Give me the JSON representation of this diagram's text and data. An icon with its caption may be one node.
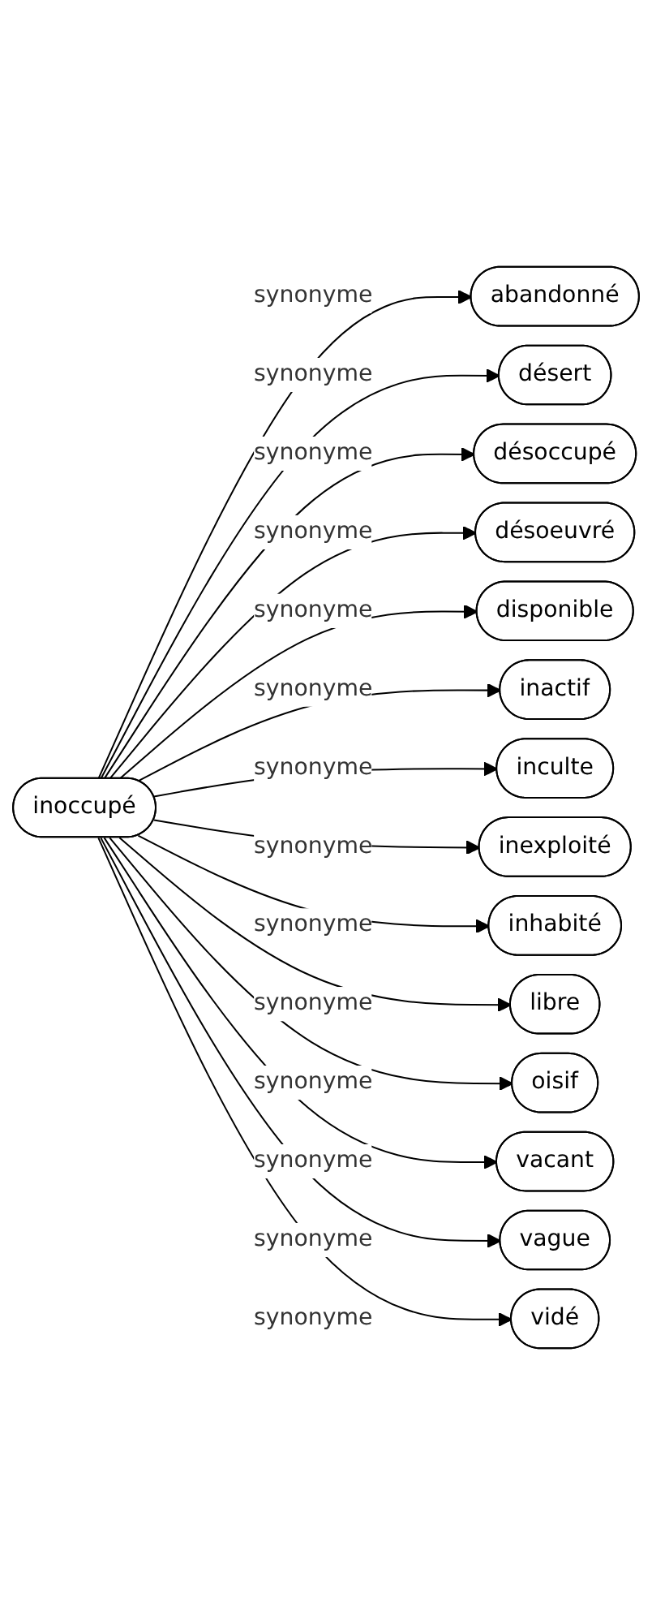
{
  "diagram": {
    "nodes": [
      {
        "text": [
          "inoccupé"
        ]
      },
      {
        "text": [
          "abandonné"
        ]
      },
      {
        "text": [
          "désert"
        ]
      },
      {
        "text": [
          "désoccupé"
        ]
      },
      {
        "text": [
          "désoeuvré"
        ]
      },
      {
        "text": [
          "disponible"
        ]
      },
      {
        "text": [
          "inactif"
        ]
      },
      {
        "text": [
          "inculte"
        ]
      },
      {
        "text": [
          "inexploité"
        ]
      },
      {
        "text": [
          "inhabité"
        ]
      },
      {
        "text": [
          "libre"
        ]
      },
      {
        "text": [
          "oisif"
        ]
      },
      {
        "text": [
          "vacant"
        ]
      },
      {
        "text": [
          "vague"
        ]
      },
      {
        "text": [
          "vidé"
        ]
      }
    ],
    "edges": [
      {
        "from": 0,
        "to": 1,
        "arrow": "to",
        "label": "synonyme"
      },
      {
        "from": 0,
        "to": 2,
        "arrow": "to",
        "label": "synonyme"
      },
      {
        "from": 0,
        "to": 3,
        "arrow": "to",
        "label": "synonyme"
      },
      {
        "from": 0,
        "to": 4,
        "arrow": "to",
        "label": "synonyme"
      },
      {
        "from": 0,
        "to": 5,
        "arrow": "to",
        "label": "synonyme"
      },
      {
        "from": 0,
        "to": 6,
        "arrow": "to",
        "label": "synonyme"
      },
      {
        "from": 0,
        "to": 7,
        "arrow": "to",
        "label": "synonyme"
      },
      {
        "from": 0,
        "to": 8,
        "arrow": "to",
        "label": "synonyme"
      },
      {
        "from": 0,
        "to": 9,
        "arrow": "to",
        "label": "synonyme"
      },
      {
        "from": 0,
        "to": 10,
        "arrow": "to",
        "label": "synonyme"
      },
      {
        "from": 0,
        "to": 11,
        "arrow": "to",
        "label": "synonyme"
      },
      {
        "from": 0,
        "to": 12,
        "arrow": "to",
        "label": "synonyme"
      },
      {
        "from": 0,
        "to": 13,
        "arrow": "to",
        "label": "synonyme"
      },
      {
        "from": 0,
        "to": 14,
        "arrow": "to",
        "label": "synonyme"
      }
    ]
  }
}
